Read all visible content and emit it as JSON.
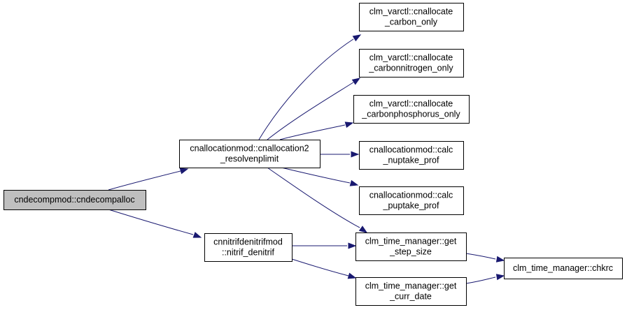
{
  "graph": {
    "edge_color": "#191970",
    "root_fill": "#bfbfbf",
    "nodes": [
      {
        "id": "root",
        "lines": [
          "cndecompmod::cndecompalloc"
        ]
      },
      {
        "id": "resolve",
        "lines": [
          "cnallocationmod::cnallocation2",
          "_resolvenplimit"
        ]
      },
      {
        "id": "nitrif",
        "lines": [
          "cnnitrifdenitrifmod",
          "::nitrif_denitrif"
        ]
      },
      {
        "id": "carbon_only",
        "lines": [
          "clm_varctl::cnallocate",
          "_carbon_only"
        ]
      },
      {
        "id": "carbonnitrogen",
        "lines": [
          "clm_varctl::cnallocate",
          "_carbonnitrogen_only"
        ]
      },
      {
        "id": "carbonphosphorus",
        "lines": [
          "clm_varctl::cnallocate",
          "_carbonphosphorus_only"
        ]
      },
      {
        "id": "nuptake",
        "lines": [
          "cnallocationmod::calc",
          "_nuptake_prof"
        ]
      },
      {
        "id": "puptake",
        "lines": [
          "cnallocationmod::calc",
          "_puptake_prof"
        ]
      },
      {
        "id": "step_size",
        "lines": [
          "clm_time_manager::get",
          "_step_size"
        ]
      },
      {
        "id": "curr_date",
        "lines": [
          "clm_time_manager::get",
          "_curr_date"
        ]
      },
      {
        "id": "chkrc",
        "lines": [
          "clm_time_manager::chkrc"
        ]
      }
    ],
    "edges": [
      {
        "from": "root",
        "to": "resolve"
      },
      {
        "from": "root",
        "to": "nitrif"
      },
      {
        "from": "resolve",
        "to": "carbon_only"
      },
      {
        "from": "resolve",
        "to": "carbonnitrogen"
      },
      {
        "from": "resolve",
        "to": "carbonphosphorus"
      },
      {
        "from": "resolve",
        "to": "nuptake"
      },
      {
        "from": "resolve",
        "to": "puptake"
      },
      {
        "from": "resolve",
        "to": "step_size"
      },
      {
        "from": "nitrif",
        "to": "step_size"
      },
      {
        "from": "nitrif",
        "to": "curr_date"
      },
      {
        "from": "step_size",
        "to": "chkrc"
      },
      {
        "from": "curr_date",
        "to": "chkrc"
      }
    ]
  }
}
